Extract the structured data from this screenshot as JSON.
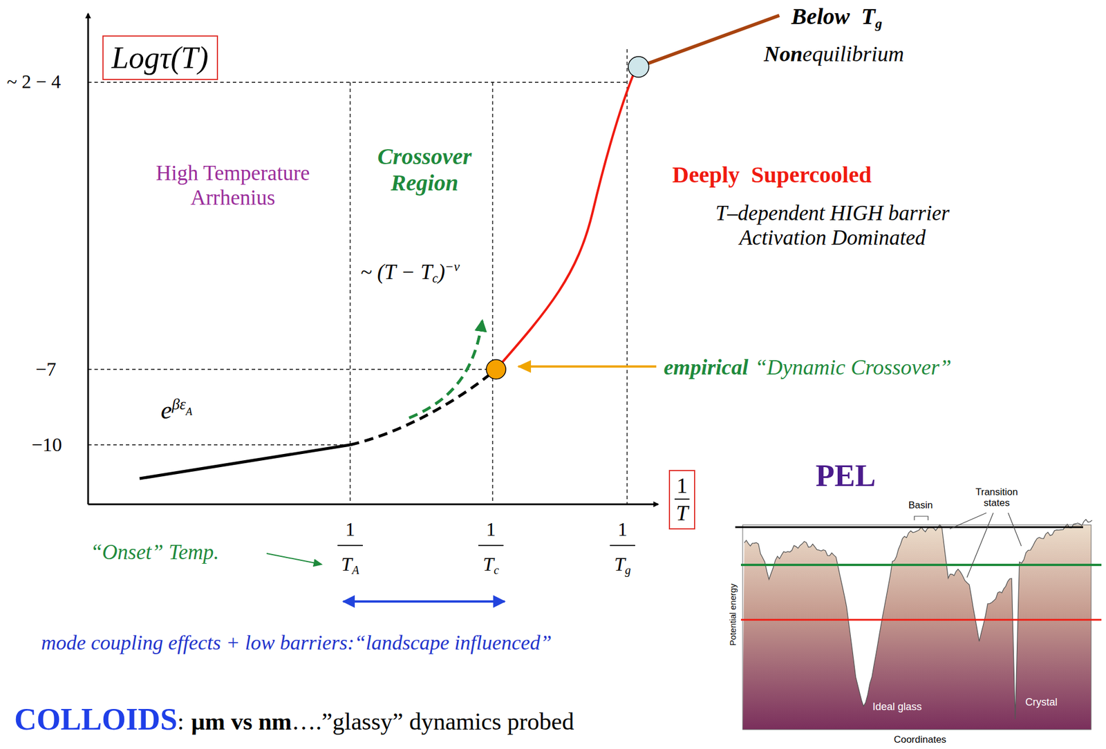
{
  "diagram": {
    "nodes": [
      {
        "text": [
          "Logτ(T)"
        ]
      },
      {
        "text": [
          "1",
          "T"
        ]
      }
    ],
    "labels": [
      "Below  T",
      "g",
      "Non",
      "equilibrium",
      "~ 2 − 4",
      "High Temperature Arrhenius",
      "Crossover Region",
      "Deeply  Supercooled",
      "T–dependent HIGH barrier Activation Dominated",
      "~ (T − T",
      "c",
      ")",
      "−ν",
      "−7",
      "e",
      "βε",
      "A",
      "−10",
      "empirical",
      "“Dynamic Crossover”",
      "PEL",
      "“Onset” Temp.",
      "1",
      "T",
      "A",
      "1",
      "T",
      "c",
      "1",
      "T",
      "g",
      "mode coupling effects + low barriers:“landscape influenced”",
      "COLLOIDS",
      ":",
      "μm vs nm",
      "….”glassy” dynamics probed",
      "Basin",
      "Transition states",
      "Potential energy",
      "Ideal glass",
      "Crystal",
      "Coordinates"
    ]
  }
}
